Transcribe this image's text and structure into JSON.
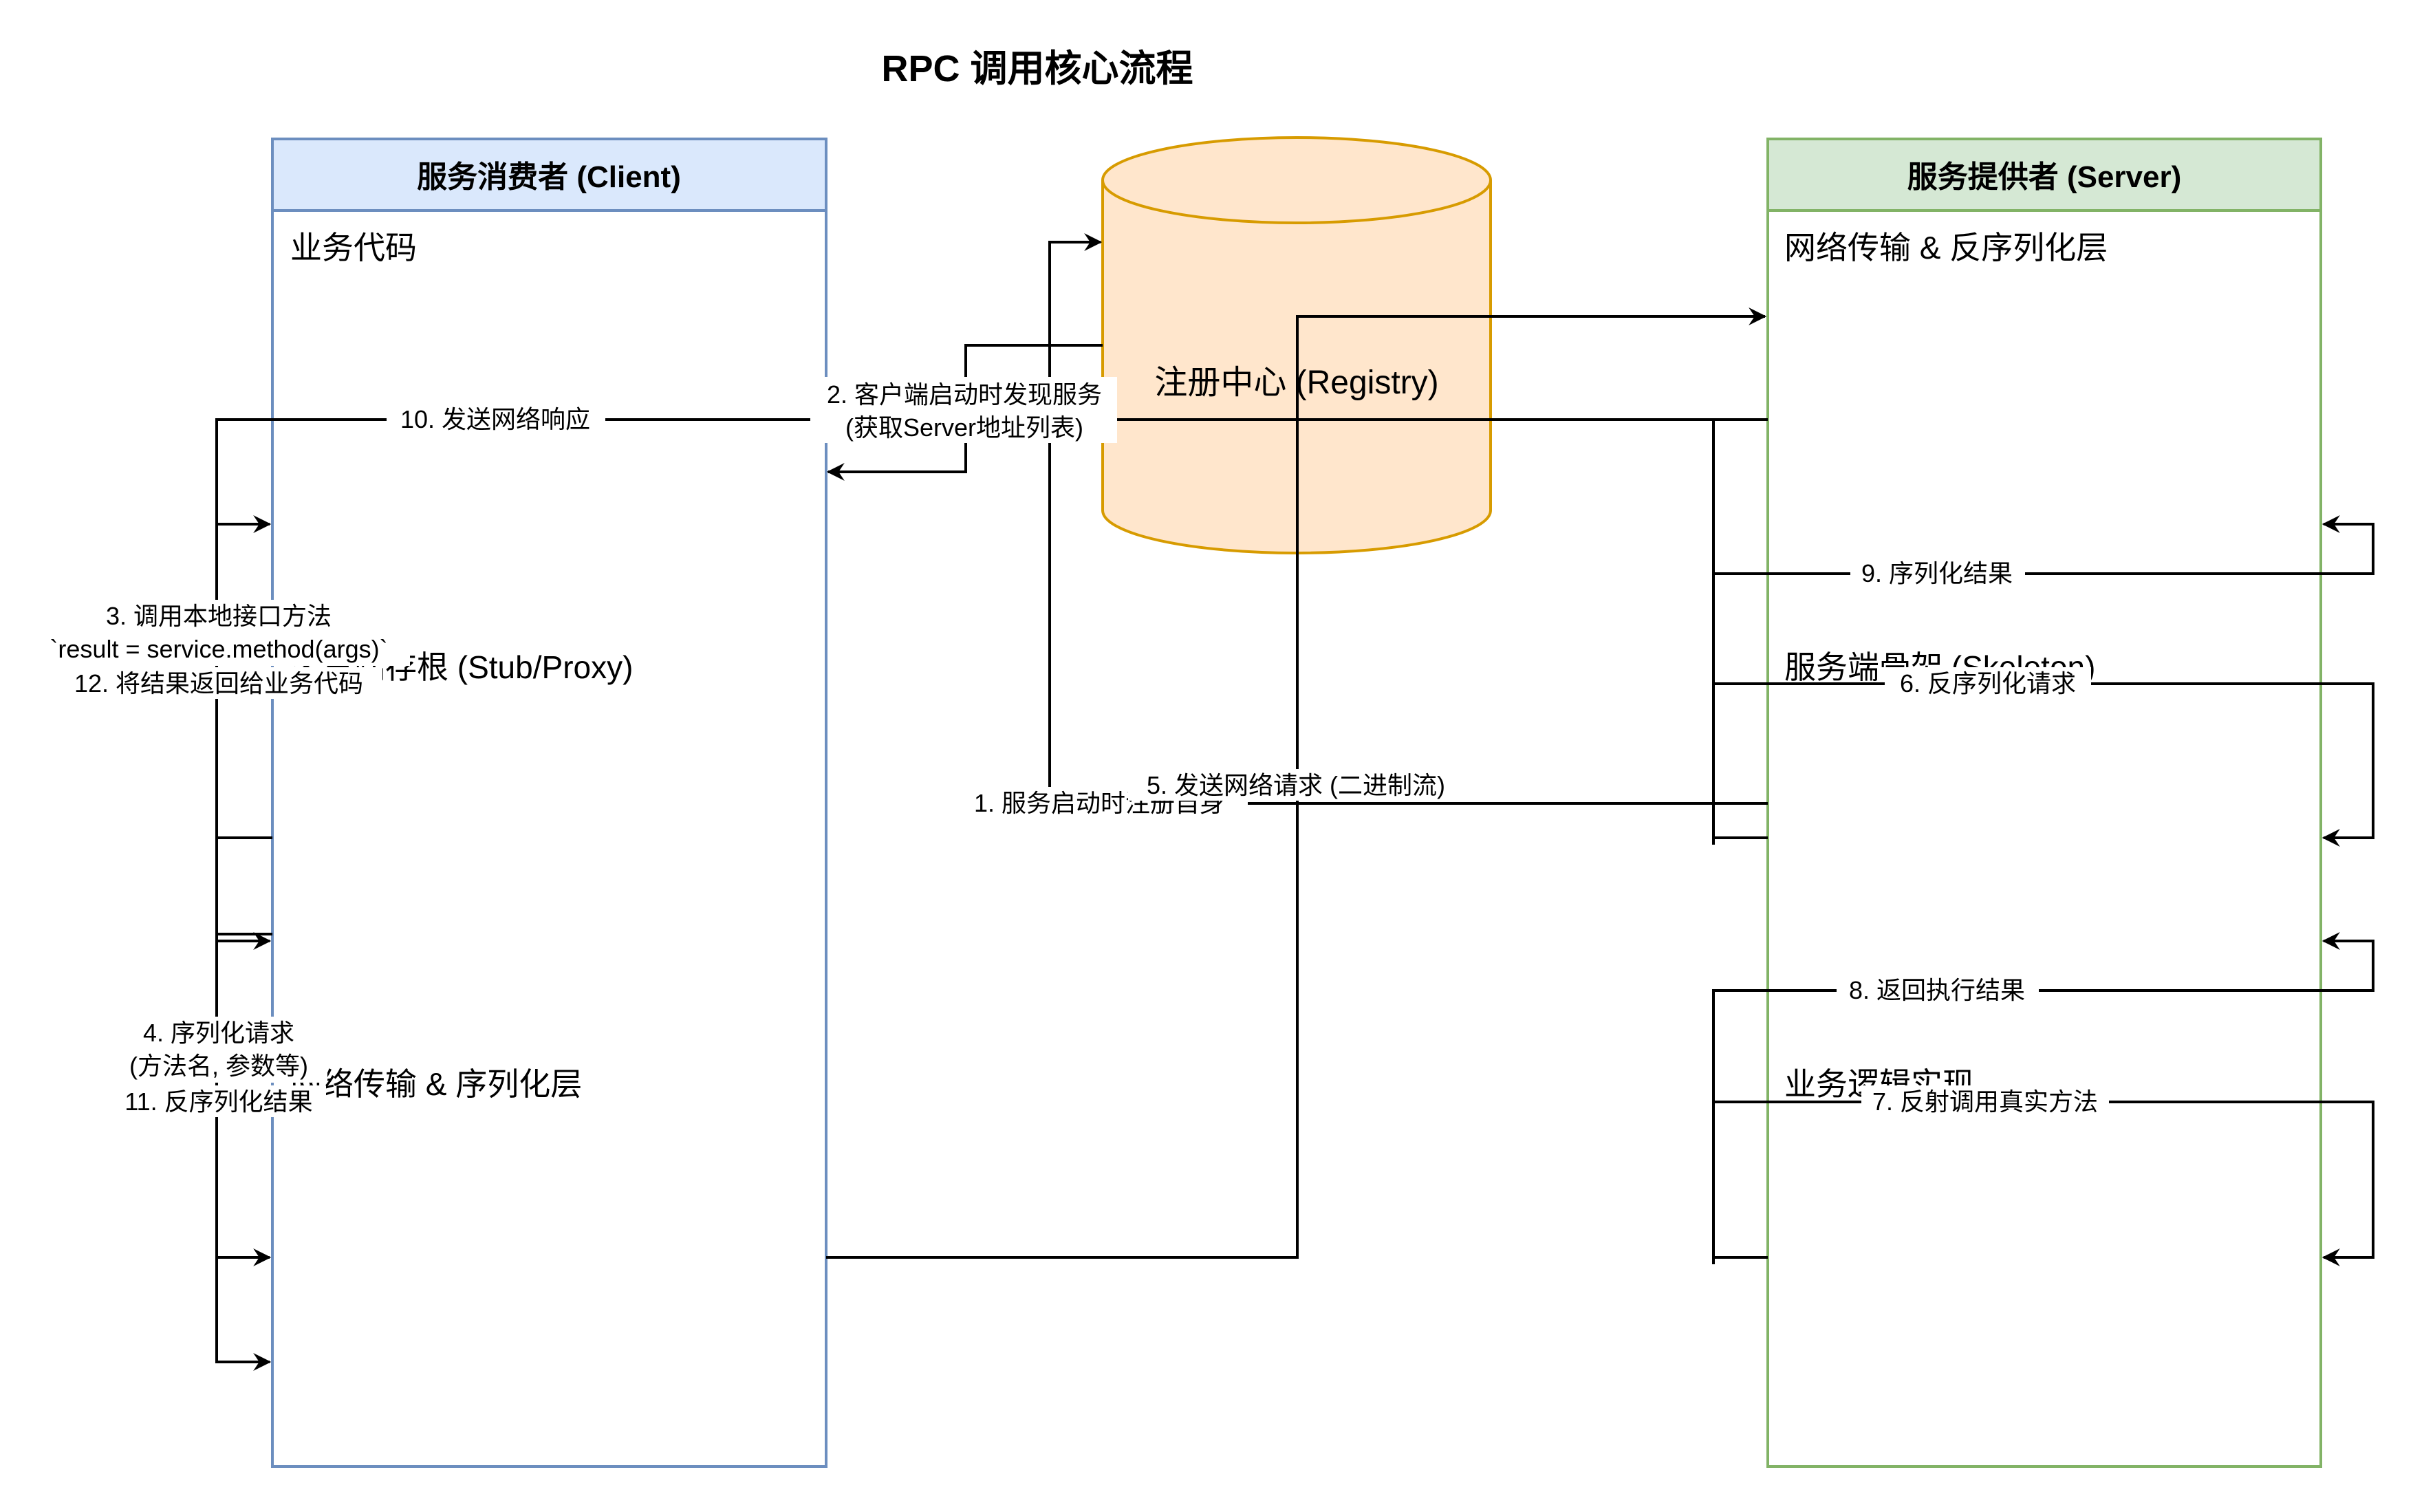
{
  "title": "RPC 调用核心流程",
  "client": {
    "header": "服务消费者 (Client)",
    "layers": [
      "业务代码",
      "客户端存根 (Stub/Proxy)",
      "网络传输 & 序列化层"
    ]
  },
  "server": {
    "header": "服务提供者 (Server)",
    "layers": [
      "网络传输 & 反序列化层",
      "服务端骨架 (Skeleton)",
      "业务逻辑实现"
    ]
  },
  "registry": {
    "label": "注册中心 (Registry)"
  },
  "edges": {
    "e1": "1. 服务启动时注册自身",
    "e2": [
      "2. 客户端启动时发现服务",
      "(获取Server地址列表)"
    ],
    "e3": [
      "3. 调用本地接口方法",
      "`result = service.method(args)`"
    ],
    "e4": [
      "4. 序列化请求",
      "(方法名, 参数等)"
    ],
    "e5": "5. 发送网络请求 (二进制流)",
    "e6": "6. 反序列化请求",
    "e7": "7. 反射调用真实方法",
    "e8": "8. 返回执行结果",
    "e9": "9. 序列化结果",
    "e10": "10. 发送网络响应",
    "e11": "11. 反序列化结果",
    "e12": "12. 将结果返回给业务代码"
  },
  "colors": {
    "client_fill": "#dae8fc",
    "client_stroke": "#6c8ebf",
    "server_fill": "#d5e8d4",
    "server_stroke": "#82b366",
    "registry_fill": "#ffe6cc",
    "registry_stroke": "#d79b00"
  }
}
